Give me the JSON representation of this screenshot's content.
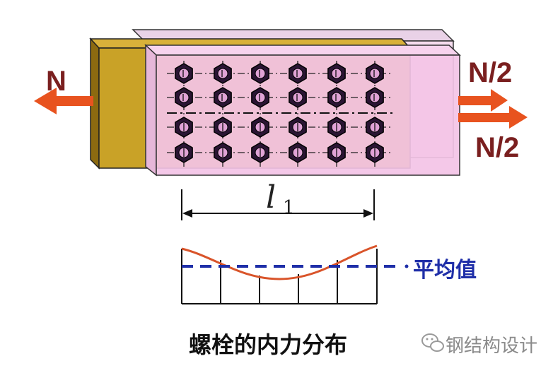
{
  "forces": {
    "left": "N",
    "right_top": "N/2",
    "right_bottom": "N/2"
  },
  "dimension": {
    "symbol": "l",
    "subscript": "1"
  },
  "distribution": {
    "average_label": "平均值"
  },
  "caption": "螺栓的内力分布",
  "watermark": "钢结构设计",
  "colors": {
    "brass_plate": "#c9a227",
    "pink_plate": "#f3c3e6",
    "arrow_red": "#e8531f",
    "label_dark_red": "#7a1f1f",
    "average_blue": "#1f2fa8",
    "curve_red": "#d9542a"
  }
}
